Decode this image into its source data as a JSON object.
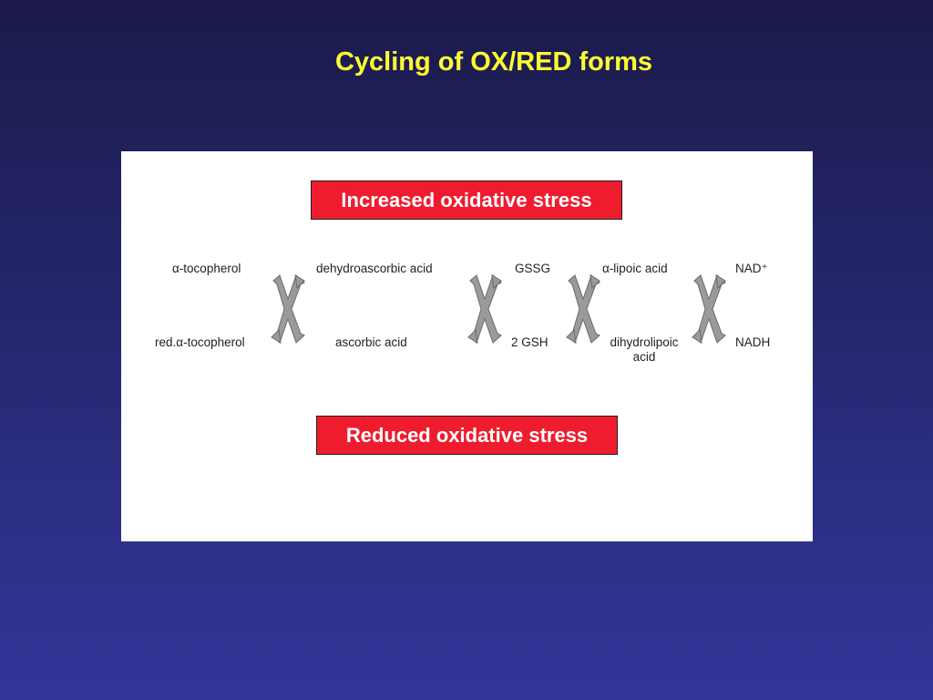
{
  "slide": {
    "title": "Cycling of OX/RED forms"
  },
  "diagram": {
    "increased_label": "Increased oxidative stress",
    "reduced_label": "Reduced oxidative stress",
    "oxidized_row": [
      "α-tocopherol",
      "dehydroascorbic acid",
      "GSSG",
      "α-lipoic acid",
      "NAD⁺"
    ],
    "reduced_row": [
      "red.α-tocopherol",
      "ascorbic acid",
      "2 GSH",
      "dihydrolipoic\nacid",
      "NADH"
    ],
    "colors": {
      "background_top": "#1b1a4a",
      "background_bottom": "#333699",
      "title": "#ffff33",
      "stress_box": "#ee1c2e",
      "arrow": "#9a9a9a"
    },
    "arrow_icon": "exchange-arrows-icon"
  }
}
